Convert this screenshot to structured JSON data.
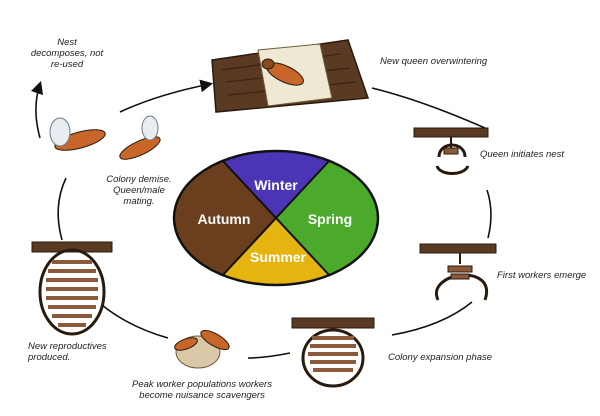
{
  "colors": {
    "winter": "#4B35B5",
    "spring": "#4BAA2C",
    "summer": "#E6B411",
    "autumn": "#6B3F1E",
    "bark": "#5A3A22",
    "wasp_orange": "#C8662A"
  },
  "seasons": {
    "winter": "Winter",
    "spring": "Spring",
    "summer": "Summer",
    "autumn": "Autumn"
  },
  "stages": [
    {
      "label": "New queen overwintering"
    },
    {
      "label": "Queen initiates nest"
    },
    {
      "label": "First workers emerge"
    },
    {
      "label": "Colony expansion phase"
    },
    {
      "label": "Peak worker populations workers become nuisance scavengers"
    },
    {
      "label": "New reproductives produced."
    },
    {
      "label": "Colony demise. Queen/male mating."
    },
    {
      "label": "Nest decomposes, not re-used"
    }
  ]
}
